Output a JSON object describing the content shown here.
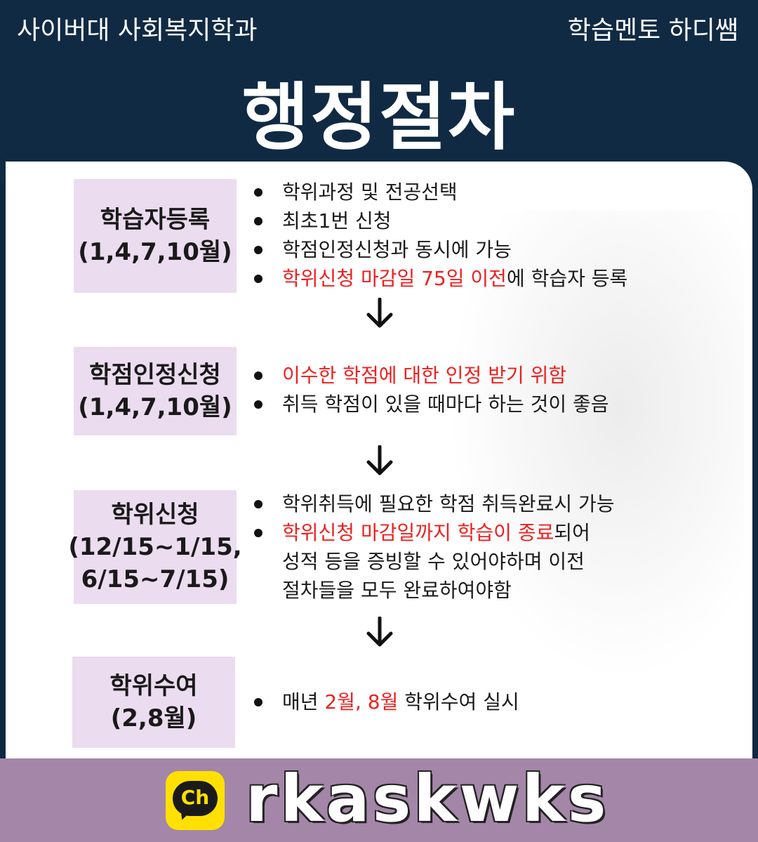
{
  "header": {
    "left": "사이버대 사회복지학과",
    "right": "학습멘토 하디쌤",
    "title": "행정절차"
  },
  "steps": [
    {
      "title": "학습자등록",
      "period": "(1,4,7,10월)",
      "bullets": [
        {
          "text": "학위과정 및 전공선택"
        },
        {
          "text": "최초1번 신청"
        },
        {
          "text": "학점인정신청과 동시에 가능"
        },
        {
          "red": "학위신청 마감일 75일 이전",
          "text": "에 학습자 등록"
        }
      ]
    },
    {
      "title": "학점인정신청",
      "period": "(1,4,7,10월)",
      "bullets": [
        {
          "red": "이수한 학점에 대한 인정 받기 위함"
        },
        {
          "text": "취득 학점이 있을 때마다 하는 것이 좋음"
        }
      ]
    },
    {
      "title": "학위신청",
      "period_line1": "(12/15~1/15,",
      "period_line2": "6/15~7/15)",
      "bullets": [
        {
          "text": "학위취득에 필요한 학점 취득완료시 가능"
        },
        {
          "red": "학위신청 마감일까지 학습이 종료",
          "text": "되어"
        },
        {
          "text": "성적 등을 증빙할 수 있어야하며 이전"
        },
        {
          "text": "절차들을 모두 완료하여야함"
        }
      ]
    },
    {
      "title": "학위수여",
      "period": "(2,8월)",
      "bullets": [
        {
          "pre": "매년 ",
          "red": "2월, 8월",
          "text": " 학위수여 실시"
        }
      ]
    }
  ],
  "footer": {
    "logo_text": "Ch",
    "channel_id": "rkaskwks"
  },
  "colors": {
    "header_bg": "#0f2a42",
    "box_bg": "#ecdcf0",
    "highlight": "#ee2020",
    "footer_bg": "#a487a8",
    "logo_yellow": "#ffe000"
  }
}
